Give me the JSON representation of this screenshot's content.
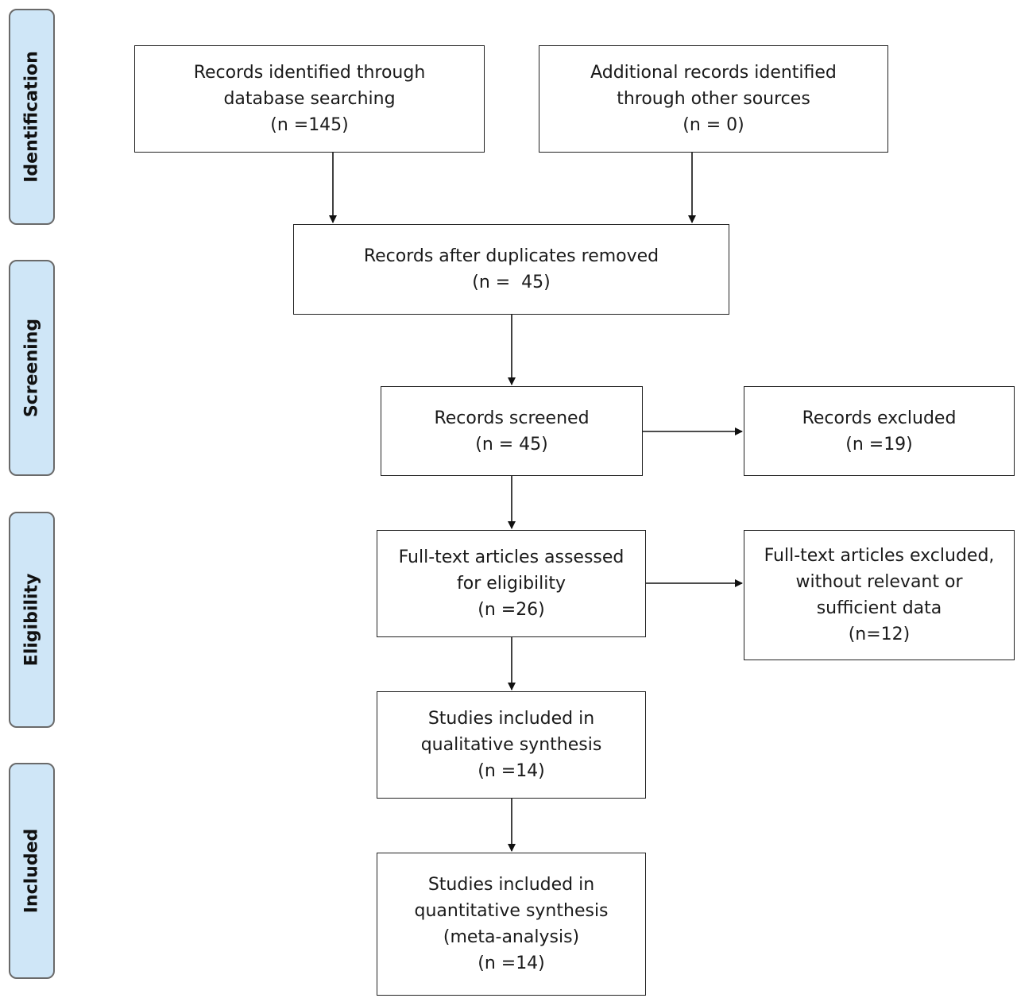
{
  "phases": {
    "identification": "Identification",
    "screening": "Screening",
    "eligibility": "Eligibility",
    "included": "Included"
  },
  "boxes": {
    "db_search": {
      "line1": "Records identified through",
      "line2": "database searching",
      "line3": "(n =145)"
    },
    "other_sources": {
      "line1": "Additional records identified",
      "line2": "through other sources",
      "line3": "(n = 0)"
    },
    "after_duplicates": {
      "line1": "Records after duplicates removed",
      "line2": "(n =  45)"
    },
    "screened": {
      "line1": "Records screened",
      "line2": "(n = 45)"
    },
    "excluded": {
      "line1": "Records excluded",
      "line2": "(n =19)"
    },
    "fulltext_assessed": {
      "line1": "Full-text articles assessed",
      "line2": "for eligibility",
      "line3": "(n =26)"
    },
    "fulltext_excluded": {
      "line1": "Full-text articles excluded,",
      "line2": "without relevant or",
      "line3": "sufficient data",
      "line4": "(n=12)"
    },
    "qualitative": {
      "line1": "Studies included in",
      "line2": "qualitative synthesis",
      "line3": "(n =14)"
    },
    "quantitative": {
      "line1": "Studies included in",
      "line2": "quantitative synthesis",
      "line3": "(meta-analysis)",
      "line4": "(n =14)"
    }
  }
}
